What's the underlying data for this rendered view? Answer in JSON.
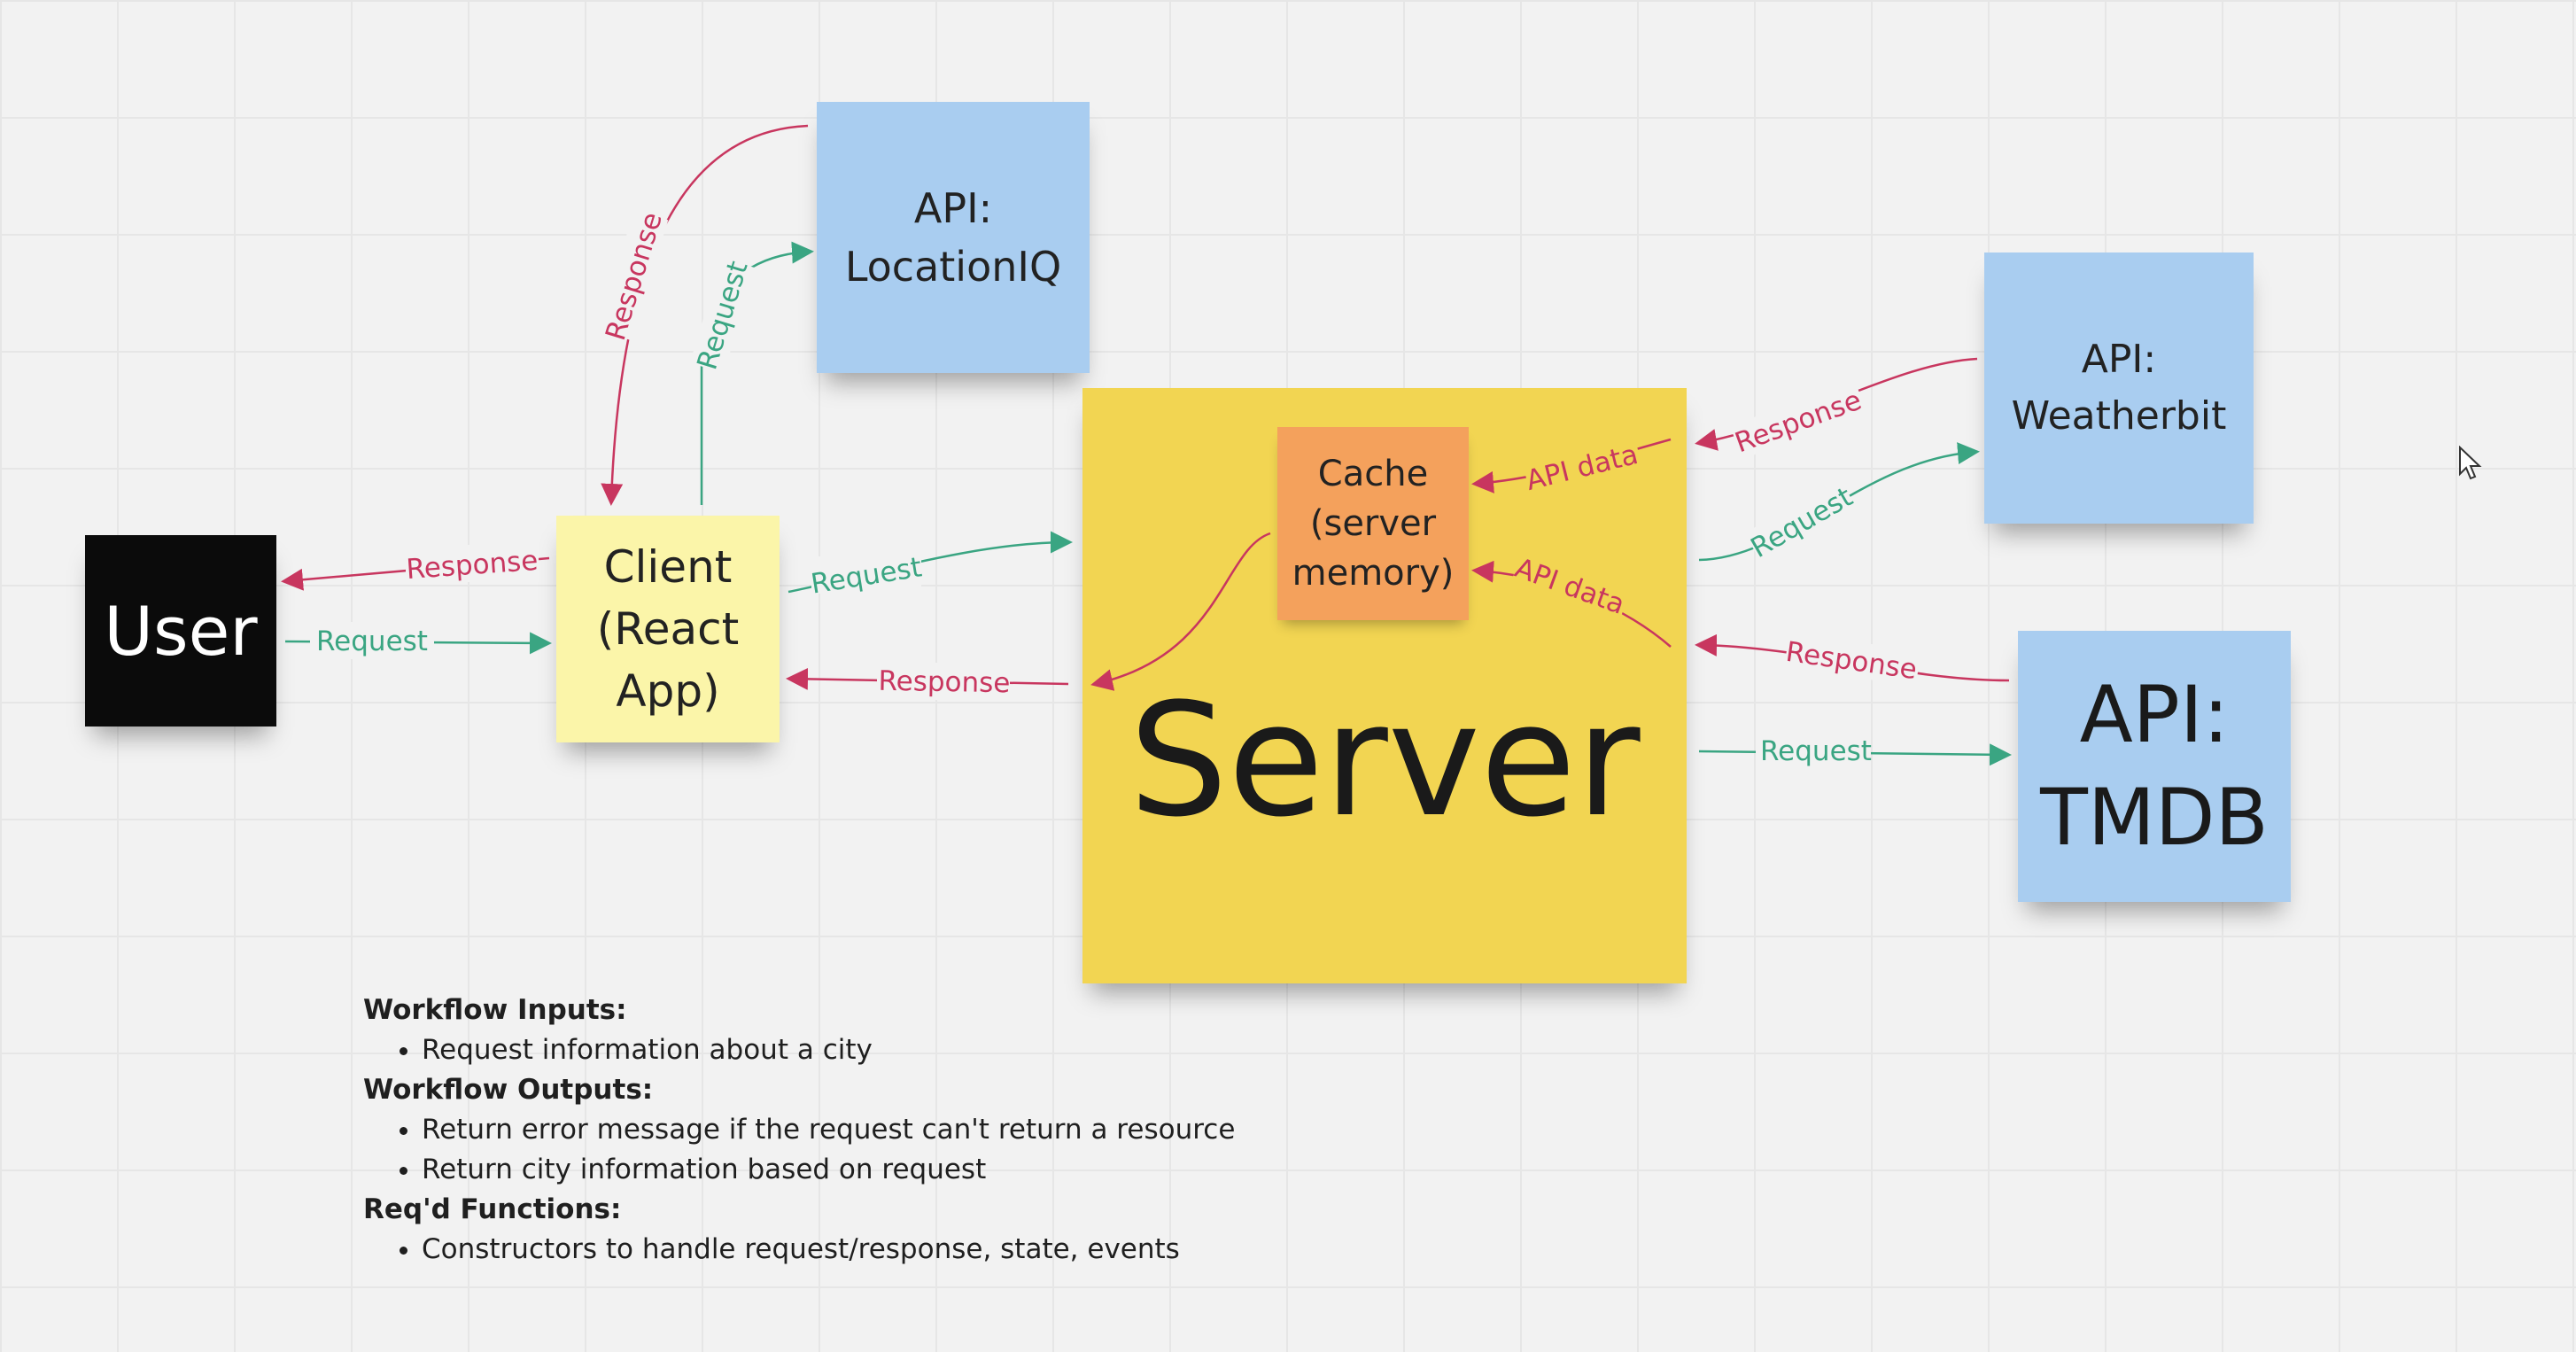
{
  "nodes": {
    "user": {
      "label": "User",
      "color": "#0b0b0b",
      "text_color": "#ffffff"
    },
    "client": {
      "label": "Client\n(React\nApp)",
      "color": "#fbf5a9"
    },
    "server": {
      "label": "Server",
      "color": "#f2d552"
    },
    "cache": {
      "label": "Cache\n(server\nmemory)",
      "color": "#f4a15c"
    },
    "locationiq": {
      "label": "API:\nLocationIQ",
      "color": "#a9cdf0"
    },
    "weatherbit": {
      "label": "API:\nWeatherbit",
      "color": "#a9cdf0"
    },
    "tmdb": {
      "label": "API:\nTMDB",
      "color": "#a9cdf0"
    }
  },
  "edges": {
    "user_request": "Request",
    "user_response": "Response",
    "client_request": "Request",
    "client_response": "Response",
    "liq_request": "Request",
    "liq_response": "Response",
    "wb_request": "Request",
    "wb_response": "Response",
    "tmdb_request": "Request",
    "tmdb_response": "Response",
    "api_data_1": "API data",
    "api_data_2": "API data"
  },
  "colors": {
    "request": "#3aa582",
    "response": "#c8365f"
  },
  "notes": {
    "inputs_heading": "Workflow Inputs:",
    "inputs": [
      "Request information about a city"
    ],
    "outputs_heading": "Workflow Outputs:",
    "outputs": [
      "Return error message if the request can't return a resource",
      "Return city information based on request"
    ],
    "functions_heading": "Req'd Functions:",
    "functions": [
      "Constructors to handle request/response, state, events"
    ]
  }
}
